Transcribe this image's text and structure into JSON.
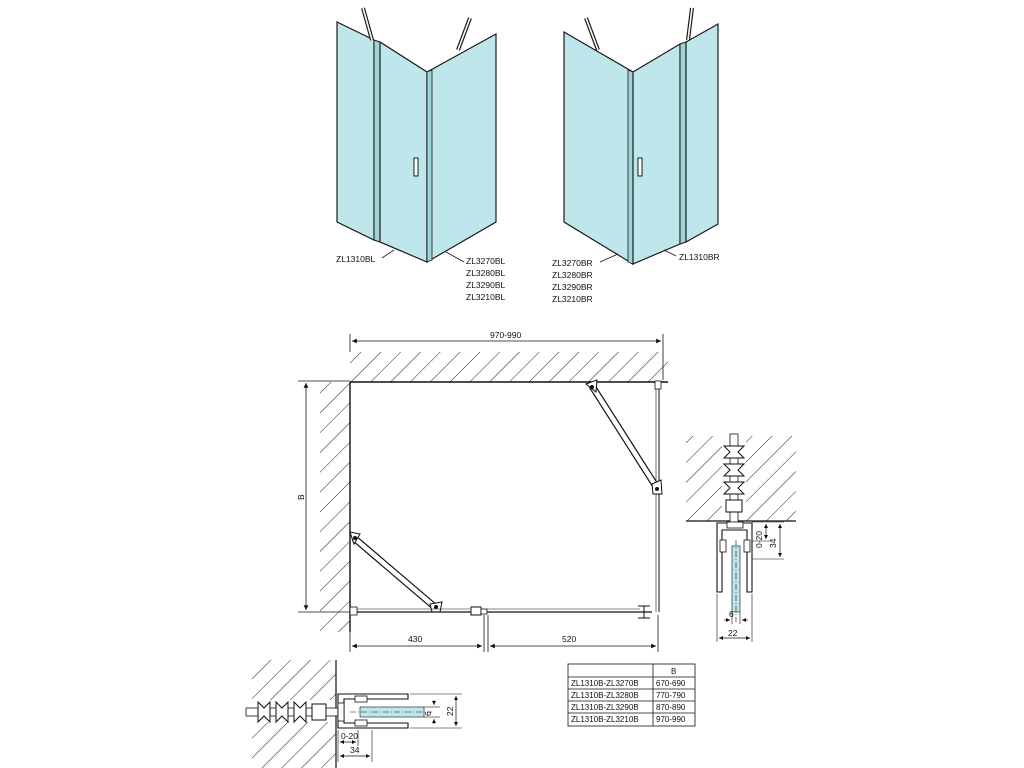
{
  "left_view": {
    "code_left": "ZL1310BL",
    "codes_right": [
      "ZL3270BL",
      "ZL3280BL",
      "ZL3290BL",
      "ZL3210BL"
    ]
  },
  "right_view": {
    "codes_left": [
      "ZL3270BR",
      "ZL3280BR",
      "ZL3290BR",
      "ZL3210BR"
    ],
    "code_right": "ZL1310BR"
  },
  "plan": {
    "top_width": "970-990",
    "side_label": "B",
    "bottom_left": "430",
    "bottom_right": "520"
  },
  "right_detail": {
    "range": "0-20",
    "depth": "34",
    "inner": "6",
    "width": "22"
  },
  "bottom_detail": {
    "inner": "6",
    "width": "22",
    "range": "0-20",
    "depth": "34"
  },
  "size_table": {
    "header": [
      "",
      "B"
    ],
    "rows": [
      [
        "ZL1310B-ZL3270B",
        "670-690"
      ],
      [
        "ZL1310B-ZL3280B",
        "770-790"
      ],
      [
        "ZL1310B-ZL3290B",
        "870-890"
      ],
      [
        "ZL1310B-ZL3210B",
        "970-990"
      ]
    ]
  },
  "colors": {
    "glass": "#bfe6ea",
    "glass_dark": "#9fd3da",
    "line": "#1a1a1a"
  }
}
